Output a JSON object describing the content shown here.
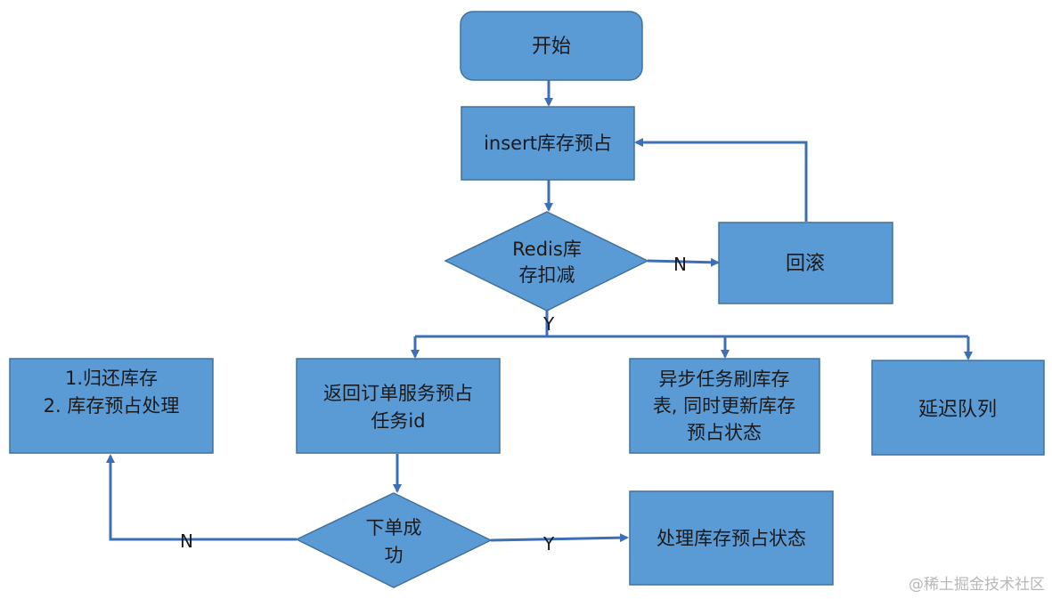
{
  "nodes": {
    "start": "开始",
    "insert": "insert库存预占",
    "redis_line1": "Redis库",
    "redis_line2": "存扣减",
    "rollback": "回滚",
    "return_line": "1.归还库存",
    "return_line2": "2. 库存预占处理",
    "order_line1": "返回订单服务预占",
    "order_line2": "任务id",
    "async_line1": "异步任务刷库存",
    "async_line2": "表, 同时更新库存",
    "async_line3": "预占状态",
    "delay_queue": "延迟队列",
    "success_line1": "下单成",
    "success_line2": "功",
    "process": "处理库存预占状态"
  },
  "edge_labels": {
    "redis_no": "N",
    "redis_yes": "Y",
    "order_no": "N",
    "order_yes": "Y"
  },
  "watermark": "@稀土掘金技术社区"
}
